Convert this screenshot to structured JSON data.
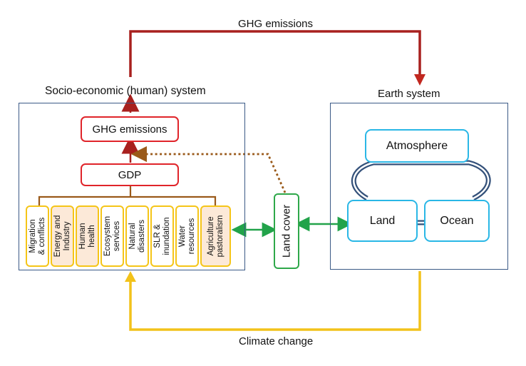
{
  "labels": {
    "top_arrow": "GHG emissions",
    "socio_system": "Socio-economic (human) system",
    "earth_system": "Earth system",
    "bottom_arrow": "Climate change"
  },
  "human": {
    "ghg_box": "GHG emissions",
    "gdp_box": "GDP",
    "sectors": [
      {
        "line1": "Migration",
        "line2": "& conflicts"
      },
      {
        "line1": "Energy and",
        "line2": "Industry"
      },
      {
        "line1": "Human",
        "line2": "health"
      },
      {
        "line1": "Ecosystem",
        "line2": "services"
      },
      {
        "line1": "Natural",
        "line2": "disasters"
      },
      {
        "line1": "SLR &",
        "line2": "inundation"
      },
      {
        "line1": "Water",
        "line2": "resources"
      },
      {
        "line1": "Agriculture",
        "line2": "pastoralism"
      }
    ]
  },
  "land_cover": "Land cover",
  "earth": {
    "atmosphere": "Atmosphere",
    "land": "Land",
    "ocean": "Ocean"
  },
  "colors": {
    "ghg_arrow": "#a8201e",
    "climate_arrow": "#f2c21a",
    "green_arrow": "#22a34a",
    "dotted_arrow": "#9a5a1a",
    "box_border": "#3b5a86",
    "red_border": "#e0242a",
    "cyan_border": "#2ab7e6",
    "sector_border": "#f5c518",
    "sector_shade": "#fce9d8"
  }
}
